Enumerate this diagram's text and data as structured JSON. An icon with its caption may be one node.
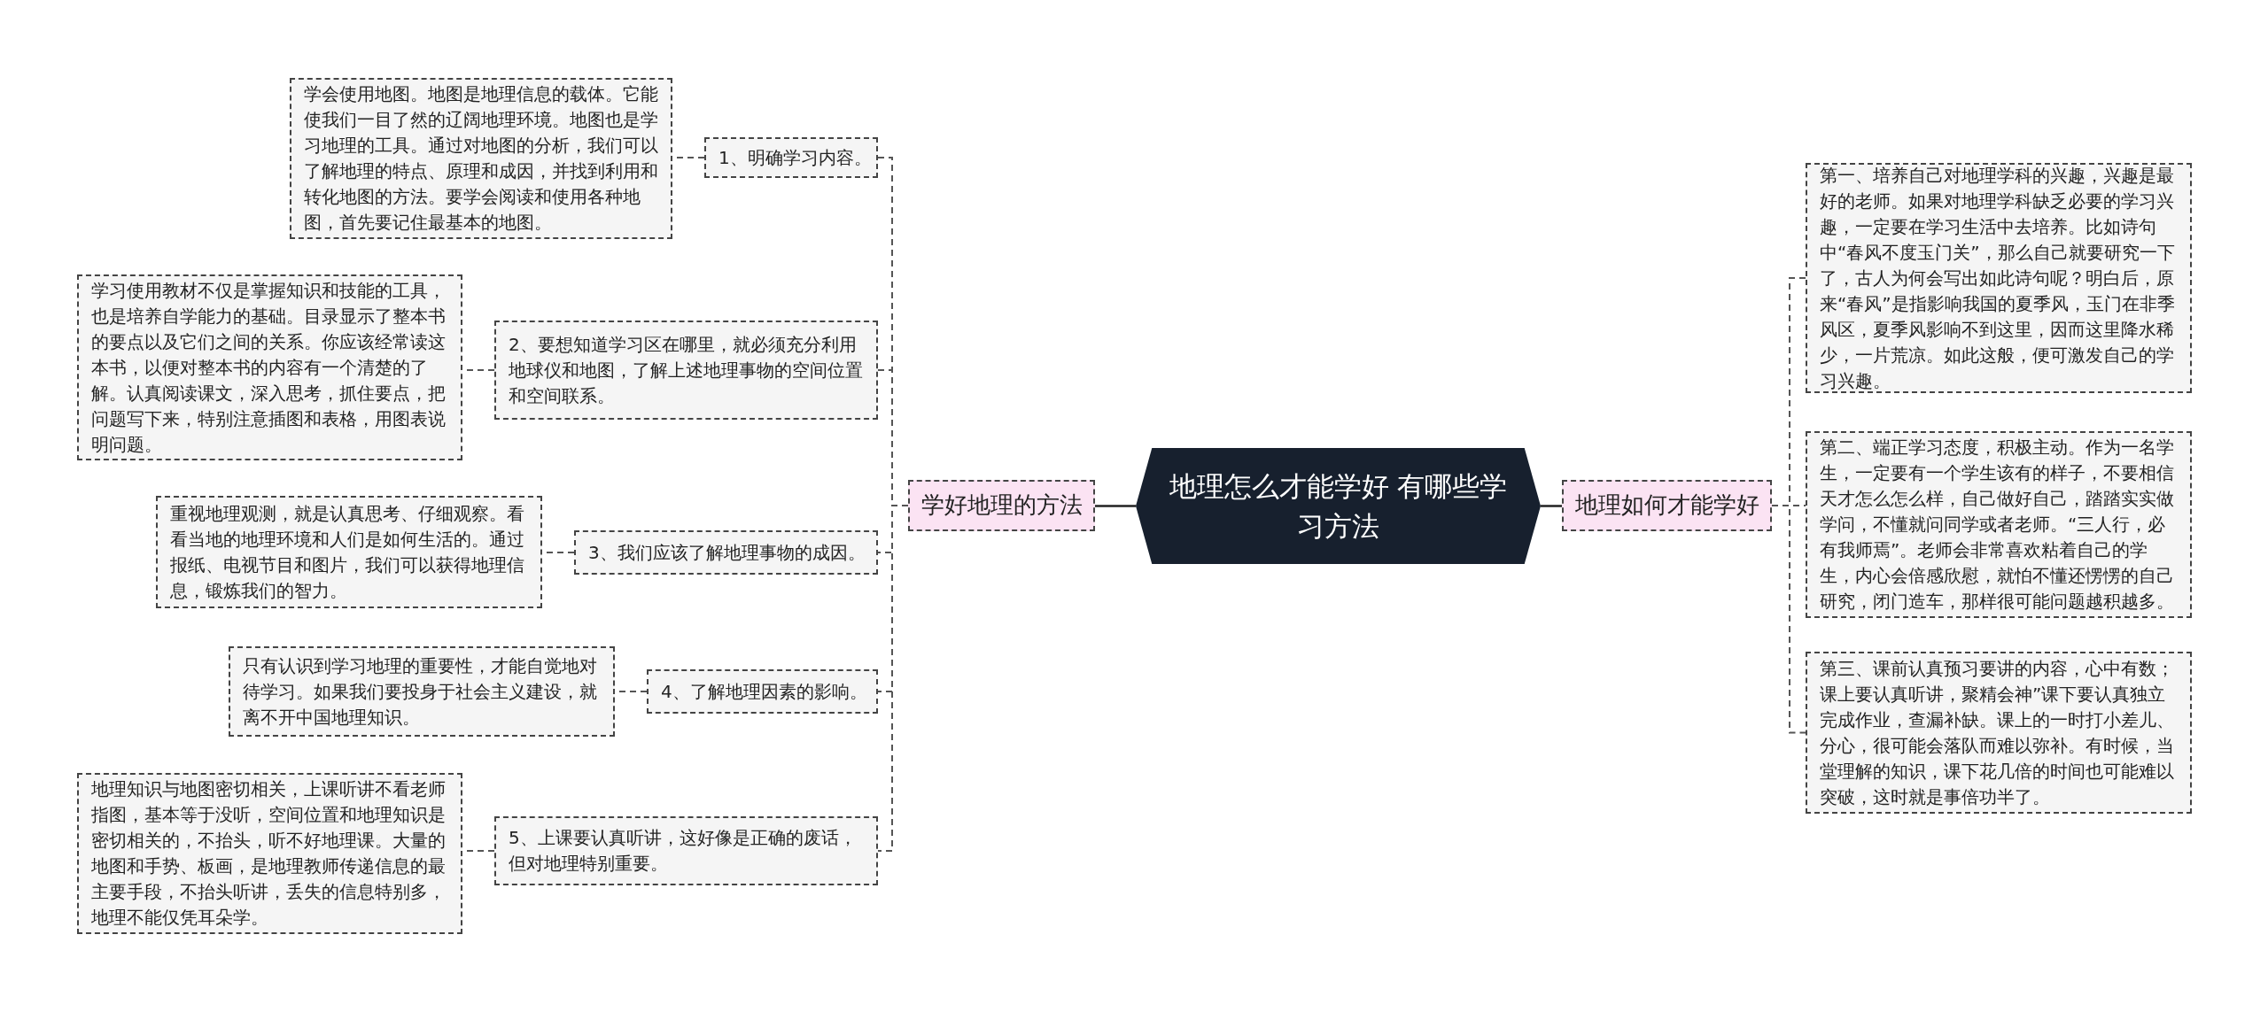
{
  "diagram": {
    "nodes": [
      {
        "text": [
          "地理怎么才能学好 有哪些学习方法"
        ]
      },
      {
        "text": [
          "学好地理的方法"
        ]
      },
      {
        "text": [
          "1、明确学习内容。"
        ]
      },
      {
        "text": [
          "学会使用地图。地图是地理信息的载体。它能使我们一目了然的辽阔地理环境。地图也是学习地理的工具。通过对地图的分析，我们可以了解地理的特点、原理和成因，并找到利用和转化地图的方法。要学会阅读和使用各种地图，首先要记住最基本的地图。"
        ]
      },
      {
        "text": [
          "2、要想知道学习区在哪里，就必须充分利用地球仪和地图，了解上述地理事物的空间位置和空间联系。"
        ]
      },
      {
        "text": [
          "学习使用教材不仅是掌握知识和技能的工具，也是培养自学能力的基础。目录显示了整本书的要点以及它们之间的关系。你应该经常读这本书，以便对整本书的内容有一个清楚的了解。认真阅读课文，深入思考，抓住要点，把问题写下来，特别注意插图和表格，用图表说明问题。"
        ]
      },
      {
        "text": [
          "3、我们应该了解地理事物的成因。"
        ]
      },
      {
        "text": [
          "重视地理观测，就是认真思考、仔细观察。看看当地的地理环境和人们是如何生活的。通过报纸、电视节目和图片，我们可以获得地理信息，锻炼我们的智力。"
        ]
      },
      {
        "text": [
          "4、了解地理因素的影响。"
        ]
      },
      {
        "text": [
          "只有认识到学习地理的重要性，才能自觉地对待学习。如果我们要投身于社会主义建设，就离不开中国地理知识。"
        ]
      },
      {
        "text": [
          "5、上课要认真听讲，这好像是正确的废话，但对地理特别重要。"
        ]
      },
      {
        "text": [
          "地理知识与地图密切相关，上课听讲不看老师指图，基本等于没听，空间位置和地理知识是密切相关的，不抬头，听不好地理课。大量的地图和手势、板画，是地理教师传递信息的最主要手段，不抬头听讲，丢失的信息特别多，地理不能仅凭耳朵学。"
        ]
      },
      {
        "text": [
          "地理如何才能学好"
        ]
      },
      {
        "text": [
          "第一、培养自己对地理学科的兴趣，兴趣是最好的老师。如果对地理学科缺乏必要的学习兴趣，一定要在学习生活中去培养。比如诗句中“春风不度玉门关”，那么自己就要研究一下了，古人为何会写出如此诗句呢？明白后，原来“春风”是指影响我国的夏季风，玉门在非季风区，夏季风影响不到这里，因而这里降水稀少，一片荒凉。如此这般，便可激发自己的学习兴趣。"
        ]
      },
      {
        "text": [
          "第二、端正学习态度，积极主动。作为一名学生，一定要有一个学生该有的样子，不要相信天才怎么怎么样，自己做好自己，踏踏实实做学问，不懂就问同学或者老师。“三人行，必有我师焉”。老师会非常喜欢粘着自己的学生，内心会倍感欣慰，就怕不懂还愣愣的自己研究，闭门造车，那样很可能问题越积越多。"
        ]
      },
      {
        "text": [
          "第三、课前认真预习要讲的内容，心中有数；课上要认真听讲，聚精会神”课下要认真独立完成作业，查漏补缺。课上的一时打小差儿、分心，很可能会落队而难以弥补。有时候，当堂理解的知识，课下花几倍的时间也可能难以突破，这时就是事倍功半了。"
        ]
      }
    ],
    "edges": [
      {
        "from": 0,
        "to": 1,
        "arrow": "none"
      },
      {
        "from": 1,
        "to": 2,
        "arrow": "none",
        "style": "dashed"
      },
      {
        "from": 2,
        "to": 3,
        "arrow": "none",
        "style": "dashed"
      },
      {
        "from": 1,
        "to": 4,
        "arrow": "none",
        "style": "dashed"
      },
      {
        "from": 4,
        "to": 5,
        "arrow": "none",
        "style": "dashed"
      },
      {
        "from": 1,
        "to": 6,
        "arrow": "none",
        "style": "dashed"
      },
      {
        "from": 6,
        "to": 7,
        "arrow": "none",
        "style": "dashed"
      },
      {
        "from": 1,
        "to": 8,
        "arrow": "none",
        "style": "dashed"
      },
      {
        "from": 8,
        "to": 9,
        "arrow": "none",
        "style": "dashed"
      },
      {
        "from": 1,
        "to": 10,
        "arrow": "none",
        "style": "dashed"
      },
      {
        "from": 10,
        "to": 11,
        "arrow": "none",
        "style": "dashed"
      },
      {
        "from": 0,
        "to": 12,
        "arrow": "none"
      },
      {
        "from": 12,
        "to": 13,
        "arrow": "none",
        "style": "dashed"
      },
      {
        "from": 12,
        "to": 14,
        "arrow": "none",
        "style": "dashed"
      },
      {
        "from": 12,
        "to": 15,
        "arrow": "none",
        "style": "dashed"
      }
    ]
  }
}
